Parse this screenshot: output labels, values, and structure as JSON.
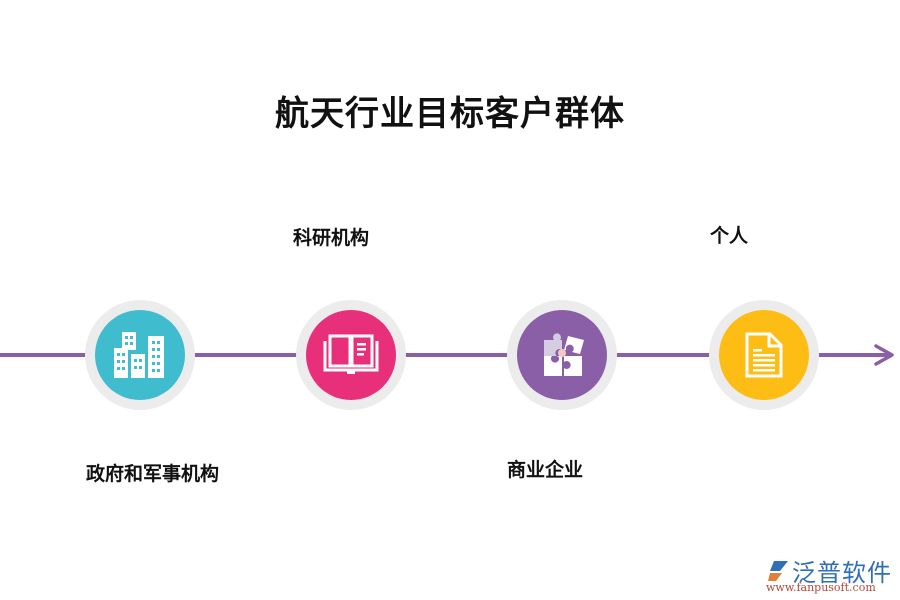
{
  "title": "航天行业目标客户群体",
  "timeline": {
    "line_color": "#8a5fa8",
    "nodes": [
      {
        "label": "政府和军事机构",
        "label_position": "below",
        "icon": "buildings-icon",
        "color": "#40bccf"
      },
      {
        "label": "科研机构",
        "label_position": "above",
        "icon": "open-book-icon",
        "color": "#e82f7a"
      },
      {
        "label": "商业企业",
        "label_position": "below",
        "icon": "puzzle-icon",
        "color": "#8a5fa8"
      },
      {
        "label": "个人",
        "label_position": "above",
        "icon": "document-icon",
        "color": "#fdbd14"
      }
    ]
  },
  "watermark": {
    "brand": "泛普软件",
    "url": "www.fanpusoft.com"
  }
}
